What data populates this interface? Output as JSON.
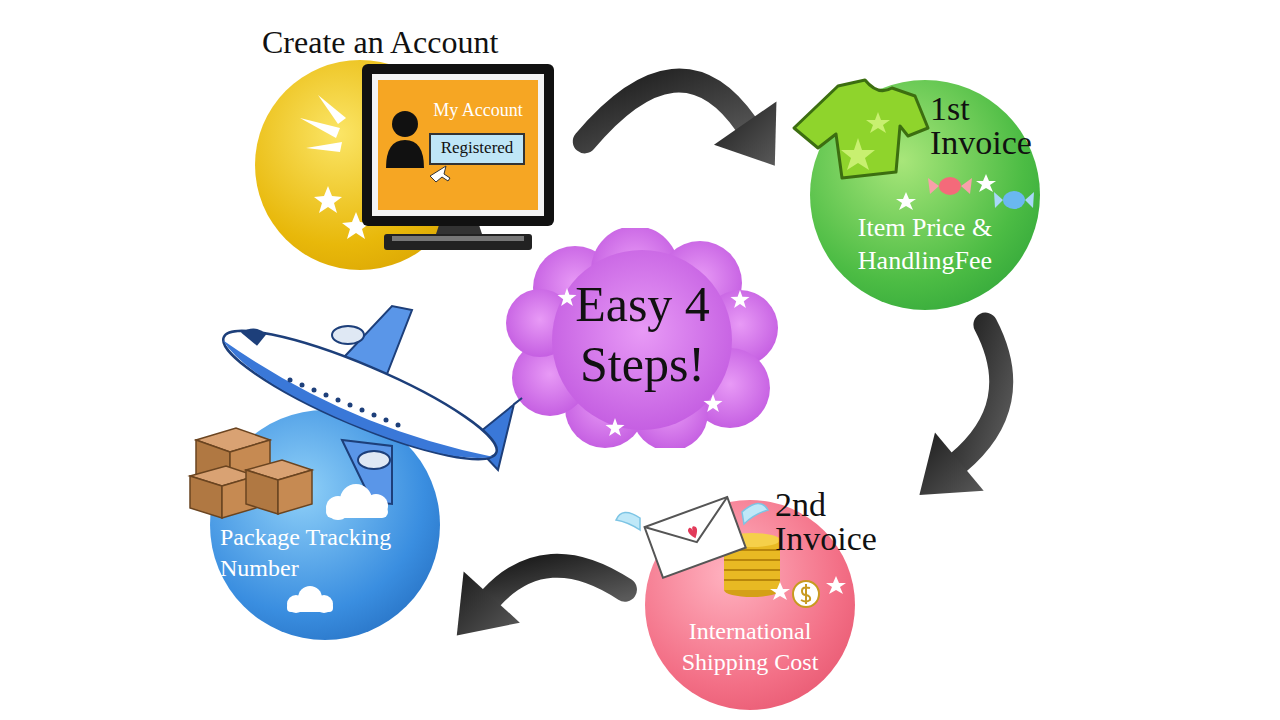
{
  "diagram": {
    "nodes": [
      {
        "text": [
          "Create an Account"
        ]
      },
      {
        "text": [
          "1st Invoice",
          "Item Price & HandlingFee"
        ]
      },
      {
        "text": [
          "2nd Invoice",
          "International Shipping Cost"
        ]
      },
      {
        "text": [
          "Package Tracking Number"
        ]
      },
      {
        "text": [
          "Easy 4 Steps!"
        ]
      }
    ],
    "edges": [
      {
        "from": 0,
        "to": 1,
        "arrow": "to"
      },
      {
        "from": 1,
        "to": 2,
        "arrow": "to"
      },
      {
        "from": 2,
        "to": 3,
        "arrow": "to"
      }
    ],
    "labels": [
      "My Account",
      "Registered"
    ]
  }
}
